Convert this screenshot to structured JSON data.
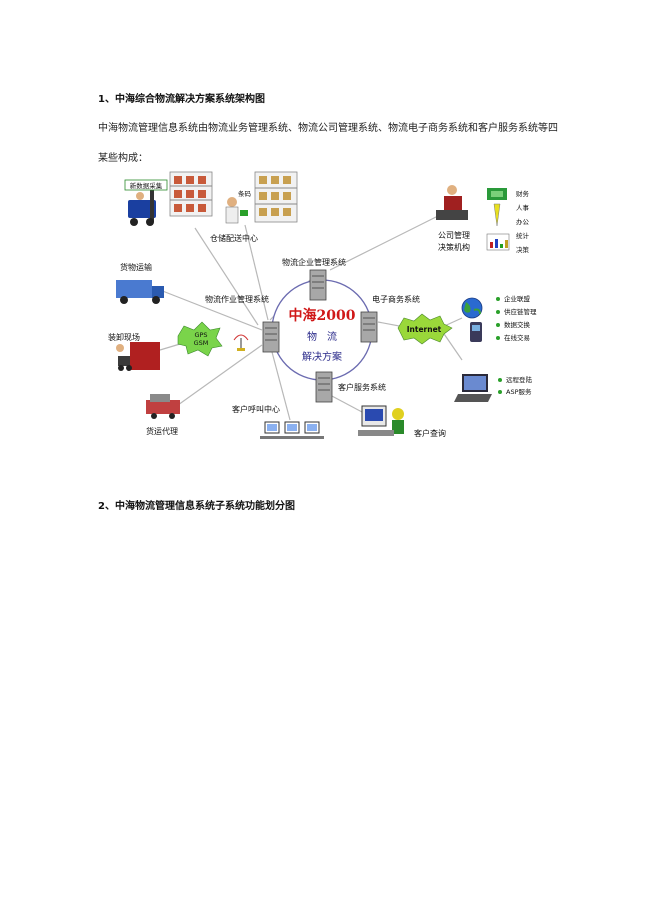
{
  "section1": {
    "heading": "1、中海综合物流解决方案系统架构图",
    "para_line1": "中海物流管理信息系统由物流业务管理系统、物流公司管理系统、物流电子商务系统和客户服务系统等四",
    "para_line2": "某些构成："
  },
  "diagram": {
    "center_brand": "中海2000",
    "center_line1": "物　流",
    "center_line2": "解决方案",
    "labels": {
      "new_data_collection": "新数据采集",
      "barcode": "条码",
      "warehouse": "仓储配送中心",
      "company_mgmt_l1": "公司管理",
      "company_mgmt_l2": "决策机构",
      "finance": "财务",
      "hr": "人事",
      "office": "办公",
      "stats": "统计",
      "decision": "决策",
      "enterprise_mgmt": "物流企业管理系统",
      "freight": "货物运输",
      "operations": "物流作业管理系统",
      "ecommerce": "电子商务系统",
      "internet": "Internet",
      "alliance": "企业联盟",
      "supply_chain": "供应链管理",
      "data_exchange": "数据交换",
      "online_trade": "在线交易",
      "loading_site": "装卸现场",
      "gps": "GPS",
      "gsm": "GSM",
      "customer_service": "客户服务系统",
      "remote_login": "远程登陆",
      "asp_service": "ASP服务",
      "call_center": "客户呼叫中心",
      "freight_agent": "货运代理",
      "customer_query": "客户查询"
    }
  },
  "section2": {
    "heading": "2、中海物流管理信息系统子系统功能划分图"
  }
}
